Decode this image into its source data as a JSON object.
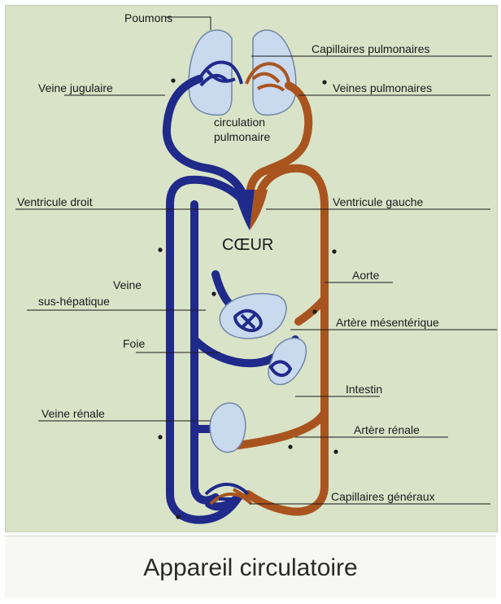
{
  "colors": {
    "background": "#d9e3c8",
    "venous": "#1f2a8a",
    "arterial": "#a9541f",
    "organ": "#c9d9ee",
    "organ_edge": "#6f86a8",
    "label": "#1a1a1a"
  },
  "labels": {
    "poumons": "Poumons",
    "capillaires_pulmonaires": "Capillaires pulmonaires",
    "veine_jugulaire": "Veine jugulaire",
    "veines_pulmonaires": "Veines pulmonaires",
    "circulation_pulmonaire_1": "circulation",
    "circulation_pulmonaire_2": "pulmonaire",
    "ventricule_droit": "Ventricule droit",
    "ventricule_gauche": "Ventricule gauche",
    "coeur": "CŒUR",
    "aorte": "Aorte",
    "veine_sus_hepatique_1": "Veine",
    "veine_sus_hepatique_2": "sus-hépatique",
    "foie": "Foie",
    "artere_mesenterique": "Artère mésentérique",
    "intestin": "Intestin",
    "veine_renale": "Veine rénale",
    "artere_renale": "Artère rénale",
    "capillaires_generaux": "Capillaires généraux"
  },
  "caption": "Appareil circulatoire"
}
